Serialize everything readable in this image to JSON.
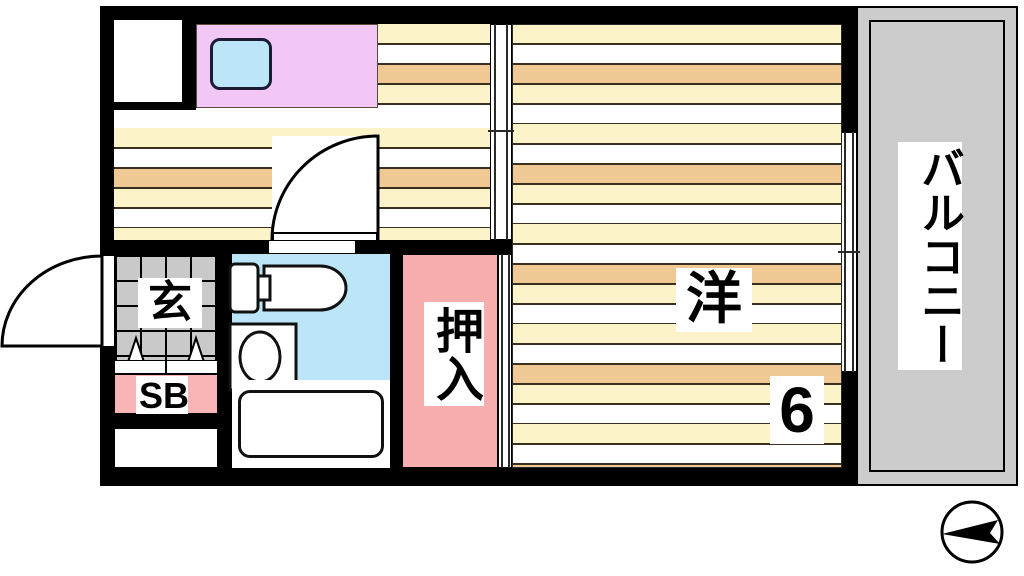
{
  "plan": {
    "type": "apartment-floor-plan",
    "unit_layout": "1K",
    "orientation_marker": "compass-pointing-west"
  },
  "rooms": [
    {
      "id": "western-room",
      "label": "洋",
      "size_label": "6",
      "size_unit": "jo",
      "floor": "wood-stripe",
      "colors": {
        "stripe_cream": "#fcf3c8",
        "stripe_white": "#ffffff",
        "stripe_tan": "#f0c893"
      }
    },
    {
      "id": "closet",
      "label": "押入",
      "color": "#f9aeae"
    },
    {
      "id": "entrance",
      "label": "玄",
      "color": "#c9c9c9"
    },
    {
      "id": "shoe-box",
      "label": "SB",
      "color": "#f9b5b5"
    },
    {
      "id": "balcony",
      "label": "バルコニー",
      "color": "#cccccc"
    },
    {
      "id": "kitchen",
      "label": "",
      "color": "#f2c6f5"
    },
    {
      "id": "bathroom",
      "label": "",
      "color": "#bde5f8"
    }
  ],
  "labels": {
    "western_room": "洋",
    "room_size": "6",
    "closet": "押入",
    "entrance": "玄",
    "shoe_box": "SB",
    "balcony": "バルコニー"
  },
  "fixtures": [
    {
      "name": "kitchen-sink",
      "color": "#bde5f8"
    },
    {
      "name": "toilet",
      "color": "#ffffff"
    },
    {
      "name": "washbasin",
      "color": "#ffffff"
    },
    {
      "name": "bathtub",
      "color": "#ffffff"
    }
  ],
  "doors": [
    {
      "name": "entrance-door",
      "type": "swing",
      "direction": "outward-left"
    },
    {
      "name": "room-door",
      "type": "swing",
      "direction": "inward"
    },
    {
      "name": "sliding-partition",
      "type": "sliding"
    },
    {
      "name": "balcony-sliding-door",
      "type": "sliding"
    }
  ],
  "compass": {
    "name": "compass-rose",
    "points": "west"
  }
}
